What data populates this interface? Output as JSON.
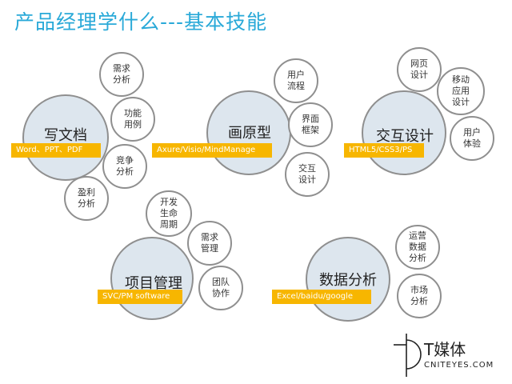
{
  "title": "产品经理学什么---基本技能",
  "skills": [
    {
      "name": "写文档",
      "tools": "Word、PPT、PDF",
      "subs": [
        "需求\n分析",
        "功能\n用例",
        "竞争\n分析",
        "盈利\n分析"
      ]
    },
    {
      "name": "画原型",
      "tools": "Axure/Visio/MindManage",
      "subs": [
        "用户\n流程",
        "界面\n框架",
        "交互\n设计"
      ]
    },
    {
      "name": "交互设计",
      "tools": "HTML5/CSS3/PS",
      "subs": [
        "网页\n设计",
        "移动\n应用\n设计",
        "用户\n体验"
      ]
    },
    {
      "name": "项目管理",
      "tools": "SVC/PM software",
      "subs": [
        "开发\n生命\n周期",
        "需求\n管理",
        "团队\n协作"
      ]
    },
    {
      "name": "数据分析",
      "tools": "Excel/baidu/google",
      "subs": [
        "运营\n数据\n分析",
        "市场\n分析"
      ]
    }
  ],
  "logo": {
    "main": "T媒体",
    "sub": "CNITEYES.COM"
  }
}
